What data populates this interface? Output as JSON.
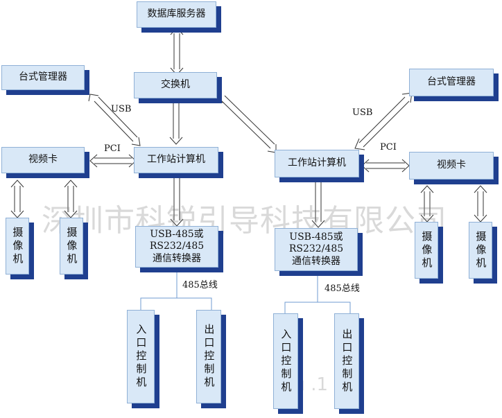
{
  "nodes": {
    "db_server": "数据库服务器",
    "switch": "交换机",
    "desk_manager_left": "台式管理器",
    "desk_manager_right": "台式管理器",
    "video_card_left": "视频卡",
    "video_card_right": "视频卡",
    "workstation_left": "工作站计算机",
    "workstation_right": "工作站计算机",
    "converter_left_line1": "USB-485或",
    "converter_left_line2": "RS232/485",
    "converter_left_line3": "通信转换器",
    "converter_right_line1": "USB-485或",
    "converter_right_line2": "RS232/485",
    "converter_right_line3": "通信转换器",
    "camera_1": "摄像机",
    "camera_2": "摄像机",
    "camera_3": "摄像机",
    "camera_4": "摄像机",
    "entry_left": "入口控制机",
    "exit_left": "出口控制机",
    "entry_right": "入口控制机",
    "exit_right": "出口控制机"
  },
  "labels": {
    "usb_left": "USB",
    "usb_right": "USB",
    "pci_left": "PCI",
    "pci_right": "PCI",
    "bus_left": "485总线",
    "bus_right": "485总线"
  },
  "watermark": {
    "main": "深圳市科锐引导科技有限公司",
    "partial": "su  .1"
  },
  "colors": {
    "box_fill": "#d9e8f7",
    "box_shadow": "#1f3f8f",
    "box_border": "#8fb0d6",
    "line": "#6f9bd1"
  }
}
